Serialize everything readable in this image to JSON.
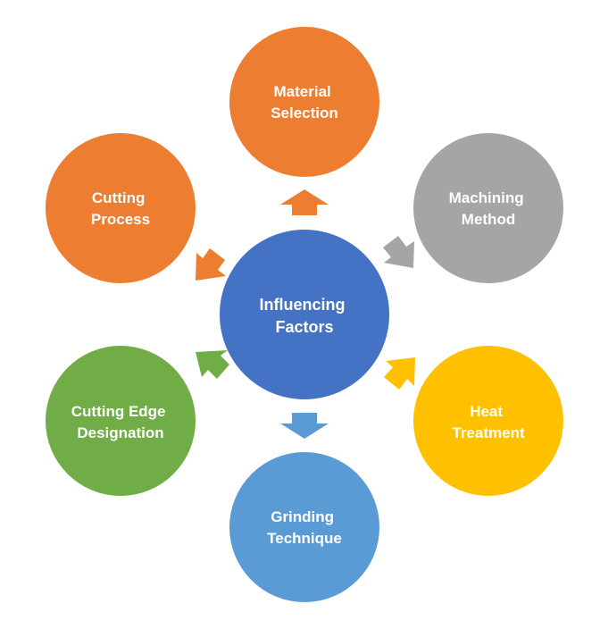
{
  "center": {
    "lines": [
      "Influencing",
      "Factors"
    ],
    "color": "#4472C4"
  },
  "nodes": [
    {
      "id": "material-selection",
      "lines": [
        "Material",
        "Selection"
      ],
      "color": "#ED7D31",
      "arrow_color": "#ED7D31"
    },
    {
      "id": "machining-method",
      "lines": [
        "Machining",
        "Method"
      ],
      "color": "#A5A5A5",
      "arrow_color": "#A5A5A5"
    },
    {
      "id": "heat-treatment",
      "lines": [
        "Heat",
        "Treatment"
      ],
      "color": "#FFC000",
      "arrow_color": "#FFC000"
    },
    {
      "id": "grinding-technique",
      "lines": [
        "Grinding",
        "Technique"
      ],
      "color": "#5B9BD5",
      "arrow_color": "#5B9BD5"
    },
    {
      "id": "cutting-edge-designation",
      "lines": [
        "Cutting Edge",
        "Designation"
      ],
      "color": "#70AD47",
      "arrow_color": "#70AD47"
    },
    {
      "id": "cutting-process",
      "lines": [
        "Cutting",
        "Process"
      ],
      "color": "#ED7D31",
      "arrow_color": "#ED7D31"
    }
  ]
}
